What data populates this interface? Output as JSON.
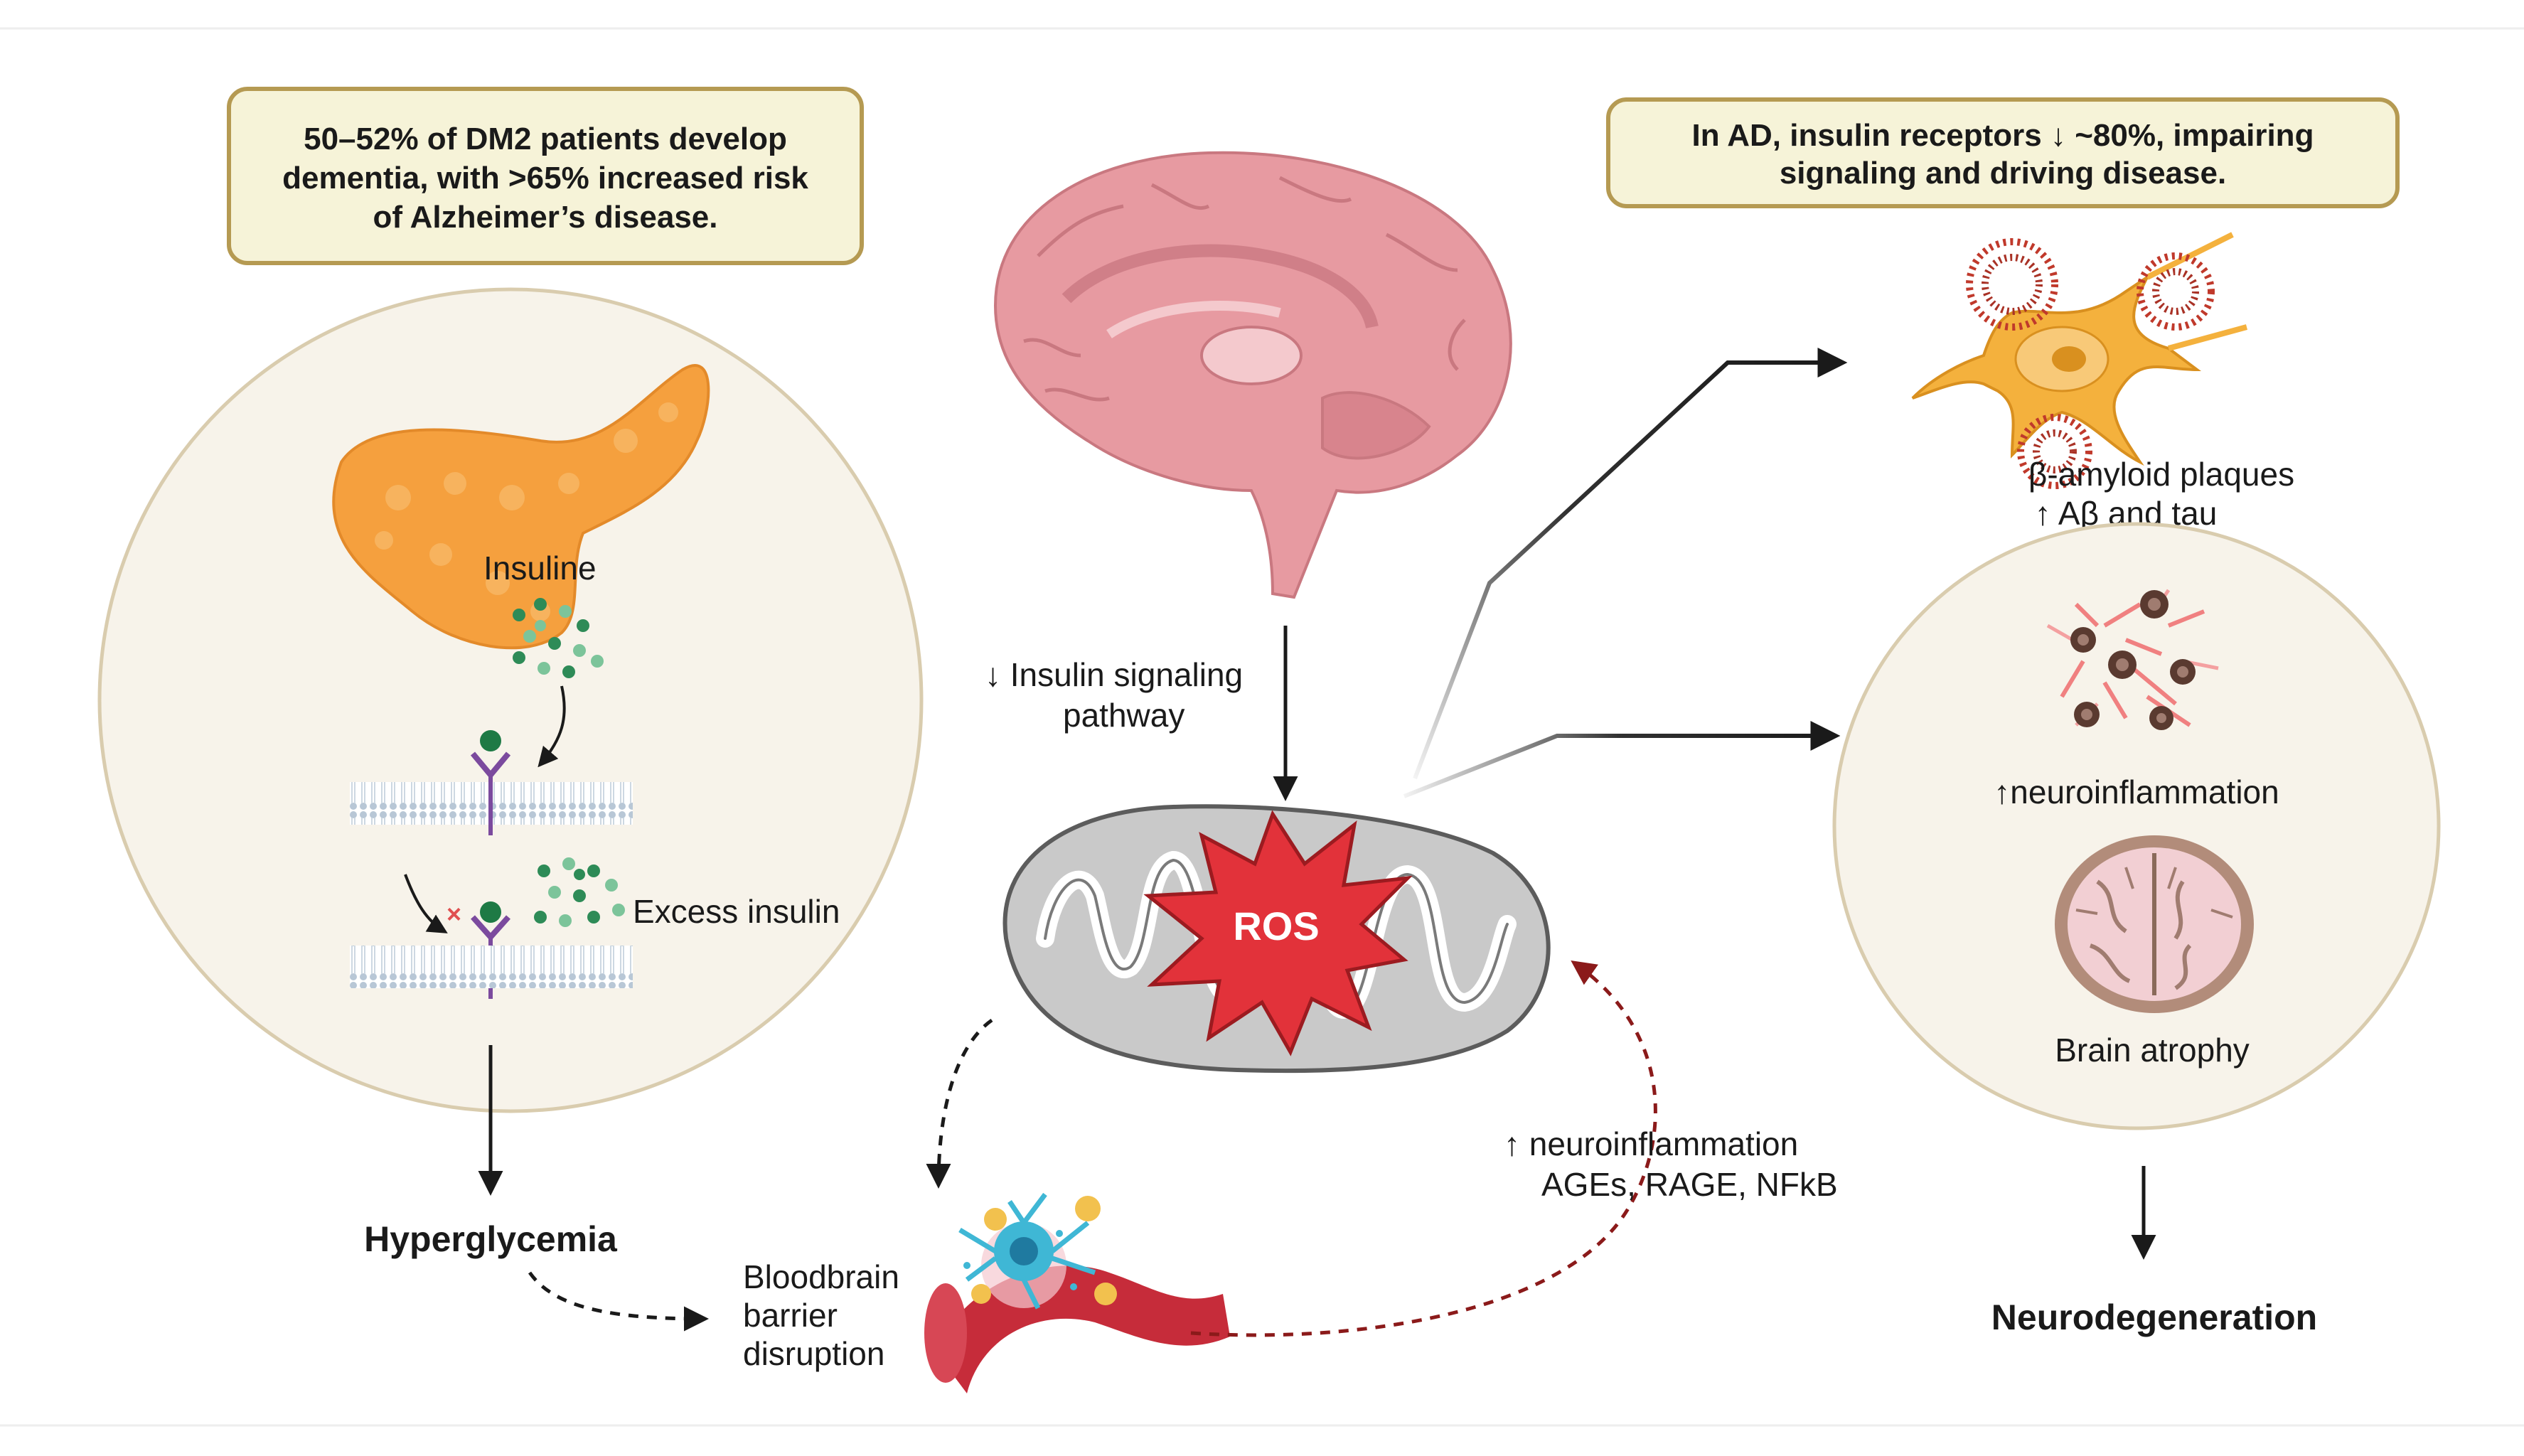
{
  "callouts": {
    "left": [
      "50–52% of DM2 patients develop",
      "dementia, with >65% increased risk",
      "of Alzheimer’s disease."
    ],
    "right": [
      "In AD, insulin receptors ↓ ~80%, impairing",
      "signaling and driving disease."
    ]
  },
  "labels": {
    "insuline": "Insuline",
    "excess_insulin": "Excess insulin",
    "hyperglycemia": "Hyperglycemia",
    "bbb": [
      "Bloodbrain",
      "barrier",
      "disruption"
    ],
    "insulin_signaling": [
      "↓ Insulin signaling",
      "pathway"
    ],
    "ros": "ROS",
    "neuroinflammation_feedback": [
      "↑ neuroinflammation",
      "AGEs, RAGE, NFkB"
    ],
    "amyloid": [
      "β-amyloid plaques",
      "↑ Aβ and tau"
    ],
    "neuroinflammation": "↑neuroinflammation",
    "brain_atrophy": "Brain atrophy",
    "neurodegeneration": "Neurodegeneration"
  },
  "colors": {
    "callout_fill": "#f6f3d8",
    "callout_border": "#b59a52",
    "circle_fill": "#f7f3ea",
    "pancreas": "#f5a03e",
    "brain": "#e79aa1",
    "ros": "#e2323a",
    "mitochondria": "#c9c9c9",
    "feedback_arrow": "#8b1a1a",
    "insulin_dot": "#2e8b57"
  }
}
